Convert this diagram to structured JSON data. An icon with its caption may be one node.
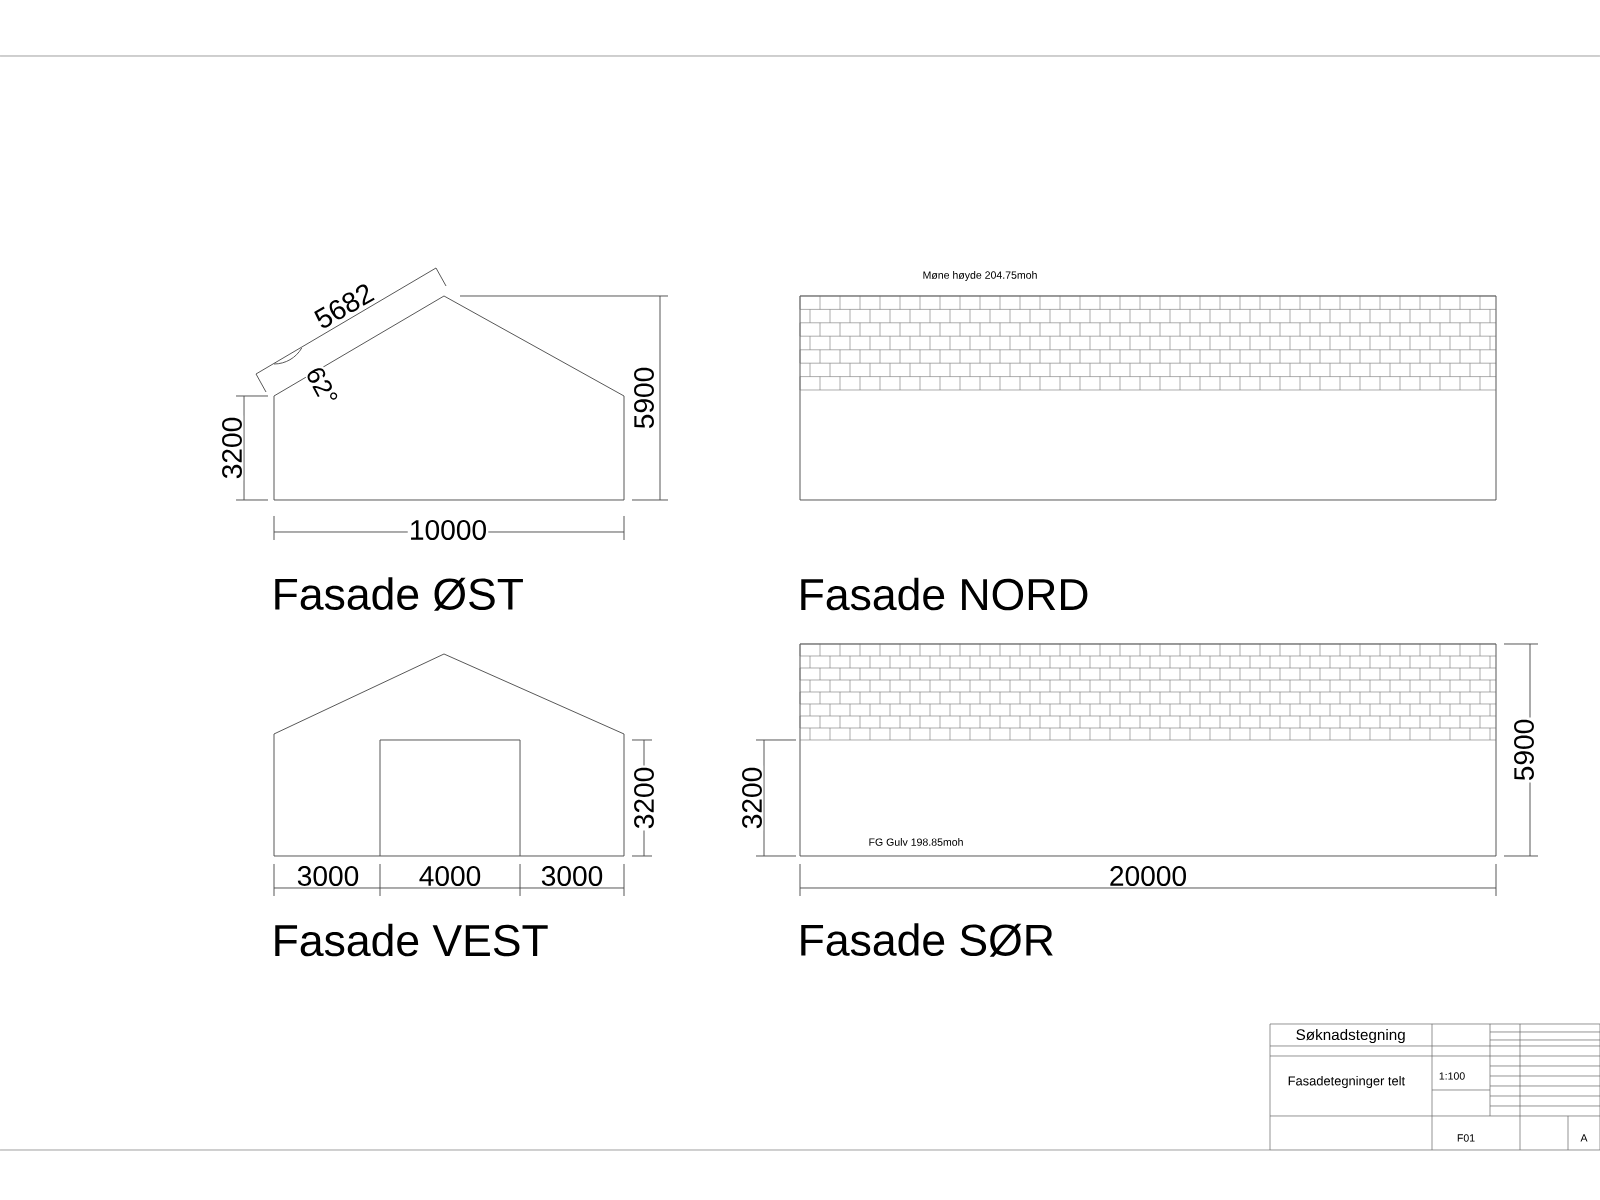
{
  "diagram": {
    "labels": [
      "Møne høyde 204.75moh",
      "5682",
      "62°",
      "3200",
      "5900",
      "10000",
      "Fasade ØST",
      "Fasade NORD",
      "3200",
      "3200",
      "5900",
      "FG Gulv 198.85moh",
      "3000",
      "4000",
      "3000",
      "20000",
      "Fasade VEST",
      "Fasade SØR",
      "Søknadstegning",
      "Fasadetegninger telt",
      "1:100",
      "F01",
      "A"
    ]
  }
}
